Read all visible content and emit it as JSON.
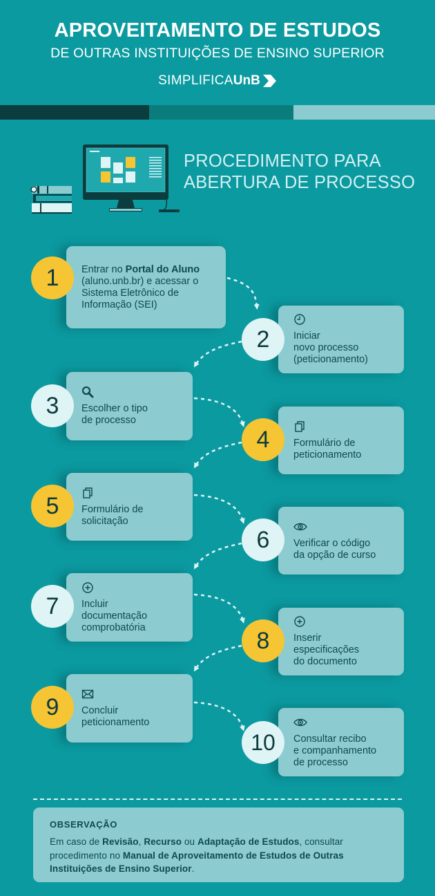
{
  "header": {
    "title": "APROVEITAMENTO DE ESTUDOS",
    "subtitle": "DE OUTRAS INSTITUIÇÕES DE ENSINO SUPERIOR",
    "brand_light": "SIMPLIFICA",
    "brand_bold": "UnB"
  },
  "colors": {
    "background": "#0b9aa0",
    "card": "#8ccbd0",
    "yellow": "#f5c534",
    "light": "#dff4f5",
    "dark": "#0b3c3e"
  },
  "section": {
    "line1": "PROCEDIMENTO PARA",
    "line2": "ABERTURA DE PROCESSO"
  },
  "steps": [
    {
      "number": "1",
      "icon": "none",
      "lines": [
        "Entrar no ",
        "Portal do Aluno",
        "(aluno.unb.br) e acessar o",
        "Sistema Eletrônico de",
        "Informação (SEI)"
      ]
    },
    {
      "number": "2",
      "icon": "clock-icon",
      "lines": [
        "Iniciar",
        "novo processo",
        "(peticionamento)"
      ]
    },
    {
      "number": "3",
      "icon": "search-icon",
      "lines": [
        "Escolher o tipo",
        "de processo"
      ]
    },
    {
      "number": "4",
      "icon": "copy-icon",
      "lines": [
        "Formulário de",
        "peticionamento"
      ]
    },
    {
      "number": "5",
      "icon": "copy-icon",
      "lines": [
        "Formulário de",
        "solicitação"
      ]
    },
    {
      "number": "6",
      "icon": "eye-icon",
      "lines": [
        "Verificar o código",
        "da opção de curso"
      ]
    },
    {
      "number": "7",
      "icon": "plus-circle-icon",
      "lines": [
        "Incluir",
        "documentação",
        "comprobatória"
      ]
    },
    {
      "number": "8",
      "icon": "plus-circle-icon",
      "lines": [
        "Inserir",
        "especificações",
        "do documento"
      ]
    },
    {
      "number": "9",
      "icon": "mail-icon",
      "lines": [
        "Concluir",
        "peticionamento"
      ]
    },
    {
      "number": "10",
      "icon": "eye-icon",
      "lines": [
        "Consultar recibo",
        "e companhamento",
        "de processo"
      ]
    }
  ],
  "observation": {
    "title": "OBSERVAÇÃO",
    "t1": "Em caso de ",
    "b1": "Revisão",
    "t2": ", ",
    "b2": "Recurso",
    "t3": " ou ",
    "b3": "Adaptação de Estudos",
    "t4": ", consultar procedimento no ",
    "b4": "Manual de Aproveitamento de Estudos de Outras Instituições de Ensino Superior",
    "t5": "."
  }
}
